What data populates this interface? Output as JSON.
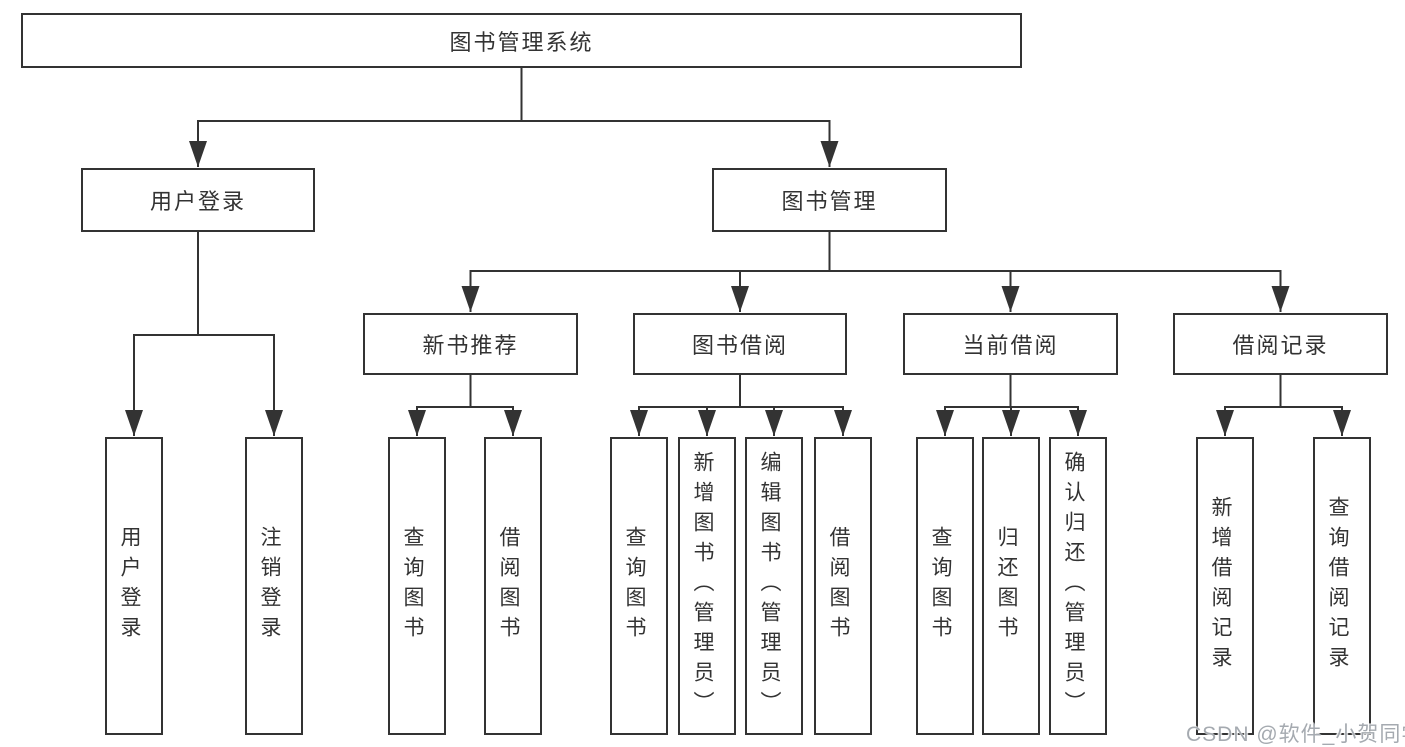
{
  "diagram": {
    "title_node": {
      "label": "图书管理系统"
    },
    "branches": [
      {
        "label": "用户登录",
        "children": [
          {
            "label": "用户登录"
          },
          {
            "label": "注销登录"
          }
        ]
      },
      {
        "label": "图书管理",
        "children": [
          {
            "label": "新书推荐",
            "children": [
              {
                "label": "查询图书"
              },
              {
                "label": "借阅图书"
              }
            ]
          },
          {
            "label": "图书借阅",
            "children": [
              {
                "label": "查询图书"
              },
              {
                "label": "新增图书（管理员）"
              },
              {
                "label": "编辑图书（管理员）"
              },
              {
                "label": "借阅图书"
              }
            ]
          },
          {
            "label": "当前借阅",
            "children": [
              {
                "label": "查询图书"
              },
              {
                "label": "归还图书"
              },
              {
                "label": "确认归还（管理员）"
              }
            ]
          },
          {
            "label": "借阅记录",
            "children": [
              {
                "label": "新增借阅记录"
              },
              {
                "label": "查询借阅记录"
              }
            ]
          }
        ]
      }
    ],
    "watermark": "CSDN @软件_小贺同学",
    "colors": {
      "line": "#333333",
      "box_border": "#333333",
      "text": "#333333",
      "watermark": "#a5aab0",
      "background": "#ffffff"
    }
  }
}
